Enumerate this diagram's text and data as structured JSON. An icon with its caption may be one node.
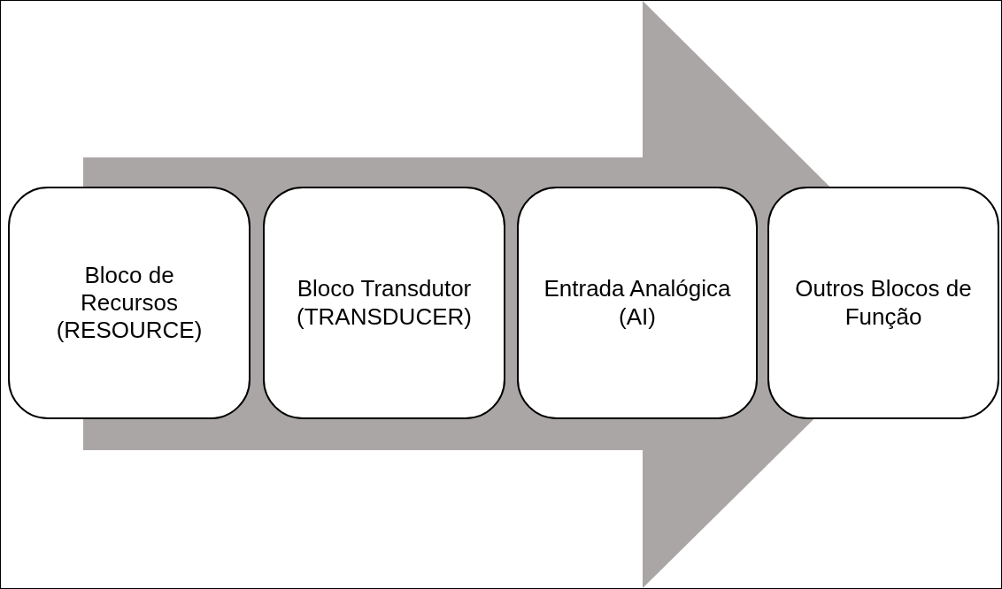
{
  "diagram": {
    "nodes": [
      {
        "text": [
          "Bloco de Recursos (RESOURCE)"
        ]
      },
      {
        "text": [
          "Bloco Transdutor (TRANSDUCER)"
        ]
      },
      {
        "text": [
          "Entrada Analógica (AI)"
        ]
      },
      {
        "text": [
          "Outros Blocos de Função"
        ]
      }
    ],
    "edges": [
      {
        "from": 0,
        "to": 3,
        "arrow": "to"
      }
    ]
  }
}
